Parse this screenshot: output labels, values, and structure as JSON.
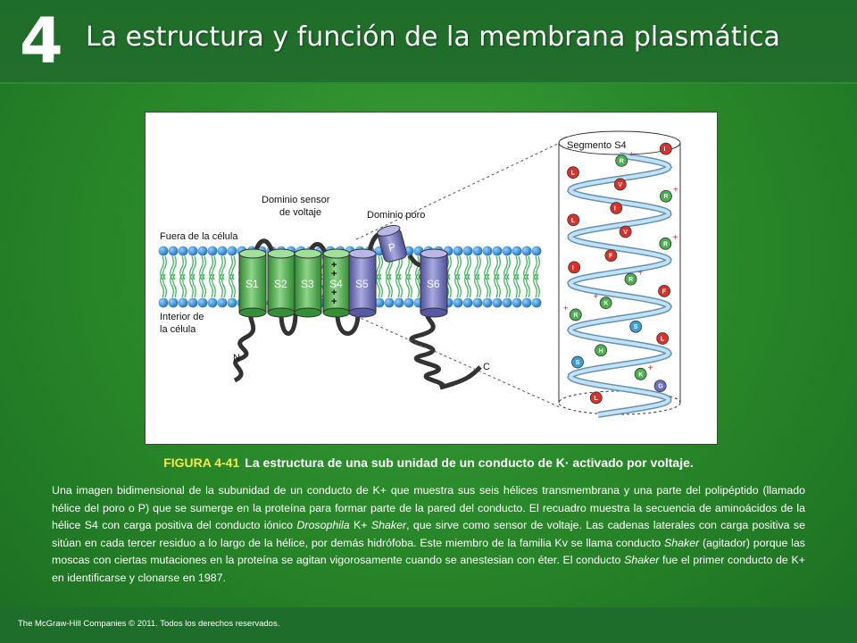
{
  "header": {
    "chapter_number": "4",
    "title": "La estructura y función de la membrana plasmática"
  },
  "figure": {
    "label_outside": "Fuera de la célula",
    "label_inside_1": "Interior de",
    "label_inside_2": "la célula",
    "label_sensor_1": "Dominio sensor",
    "label_sensor_2": "de voltaje",
    "label_pore": "Dominio poro",
    "label_segment": "Segmento S4",
    "terminal_n": "N",
    "terminal_c": "C",
    "helices": [
      "S1",
      "S2",
      "S3",
      "S4",
      "S5",
      "S6"
    ],
    "pore_helix": "P",
    "s4_residues": [
      "I",
      "R",
      "L",
      "V",
      "R",
      "I",
      "L",
      "V",
      "R",
      "F",
      "I",
      "R",
      "F",
      "K",
      "R",
      "S",
      "L",
      "H",
      "S",
      "K",
      "G",
      "L"
    ]
  },
  "caption": {
    "figure_label": "FIGURA 4-41",
    "figure_title": "La estructura de una sub unidad de un conducto de K· activado por voltaje.",
    "body_1": "Una imagen bidimensional de la subunidad de un conducto de K+ que muestra sus seis hélices transmembrana y una parte del polipéptido (llamado hélice del poro o P) que se sumerge en la proteína para formar parte de la pared del conducto. El recuadro muestra la secuencia de aminoácidos de la hélice S4 con carga positiva del conducto iónico ",
    "body_italic_1": "Drosophila",
    "body_2": " K+ ",
    "body_italic_2": "Shaker",
    "body_3": ", que sirve como sensor de voltaje. Las cadenas laterales con carga positiva se sitúan en cada tercer residuo a lo largo de la hélice, por demás hidrófoba. Este miembro de la familia Kv se llama conducto ",
    "body_italic_3": "Shaker",
    "body_4": " (agitador) porque las moscas con ciertas mutaciones en la proteína se agitan vigorosamente cuando se anestesian con éter. El conducto ",
    "body_italic_4": "Shaker",
    "body_5": " fue el primer conducto de K+ en identificarse y clonarse en 1987."
  },
  "footer": {
    "text": "The McGraw-Hill Companies © 2011. Todos los derechos reservados."
  },
  "colors": {
    "green_helix": "#5fb85a",
    "purple_helix": "#7d7ec0",
    "lipid_head": "#2f8fd8",
    "caption_label": "#f5e84a"
  }
}
